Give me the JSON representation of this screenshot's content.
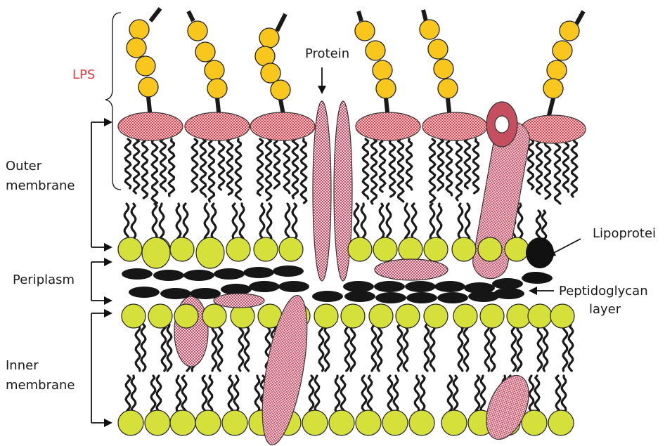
{
  "labels": {
    "lps": "LPS",
    "protein": "Protein",
    "outer_membrane_line1": "Outer",
    "outer_membrane_line2": "membrane",
    "periplasm": "Periplasm",
    "inner_membrane_line1": "Inner",
    "inner_membrane_line2": "membrane",
    "lipoprotein": "Lipoprotei",
    "peptidoglycan_line1": "Peptidoglycan",
    "peptidoglycan_line2": "layer"
  },
  "colors": {
    "lps_text": "#e8343c",
    "sugar_bead": "#f8c61c",
    "lipid_head": "#d6e03a",
    "lipid_a_core": "#e23c46",
    "protein": "#c9566b",
    "protein_light": "#f4d4da",
    "porin_ring": "#c54f5e",
    "peptidoglycan": "#161616",
    "lipoprotein": "#111111"
  },
  "icons": {
    "lps_molecule": "lps-molecule-icon",
    "phospholipid": "phospholipid-icon",
    "protein": "membrane-protein-icon",
    "peptidoglycan_unit": "peptidoglycan-unit-icon"
  }
}
